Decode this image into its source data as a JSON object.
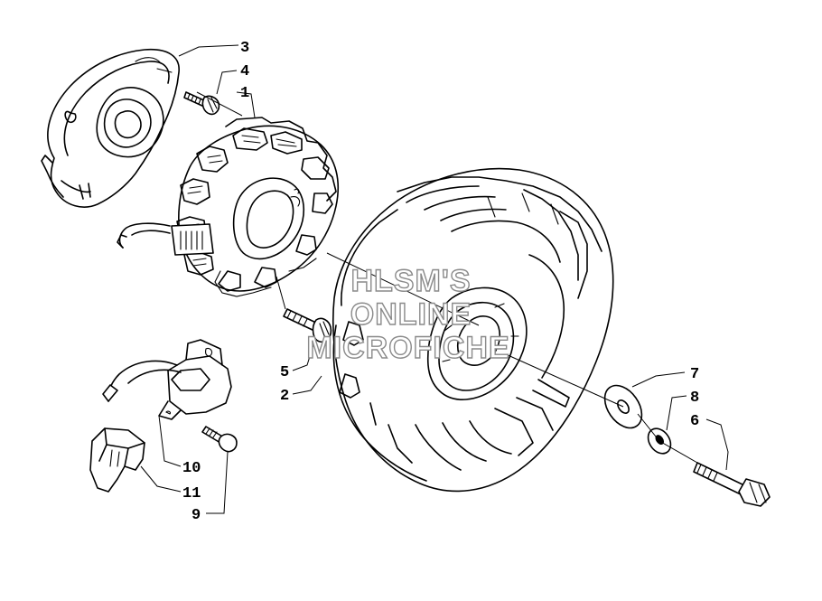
{
  "callouts": {
    "c1": "1",
    "c2": "2",
    "c3": "3",
    "c4": "4",
    "c5": "5",
    "c6": "6",
    "c7": "7",
    "c8": "8",
    "c9": "9",
    "c10": "10",
    "c11": "11"
  },
  "watermark": {
    "line1": "HLSM'S",
    "line2": "ONLINE",
    "line3": "MICROFICHE"
  }
}
